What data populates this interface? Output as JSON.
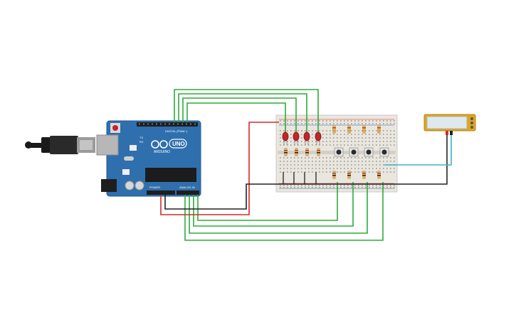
{
  "arduino": {
    "brand_label": "ARDUINO",
    "model_label": "UNO",
    "digital_label": "DIGITAL (PWM~)",
    "power_label": "POWER",
    "analog_label": "ANALOG IN",
    "tx_label": "TX",
    "rx_label": "RX"
  },
  "colors": {
    "board": "#2f6fad",
    "wire_green": "#2dab3a",
    "wire_red": "#d62828",
    "wire_black": "#222222",
    "wire_teal": "#39b5c4",
    "led_red": "#c4242a",
    "display_frame": "#e0a51e",
    "display_screen": "#dfe8ee",
    "breadboard": "#e9e6df"
  },
  "components": {
    "leds": 4,
    "pushbuttons": 4,
    "led_resistors": 4,
    "button_resistors": 4,
    "pullup_resistors": 4
  }
}
